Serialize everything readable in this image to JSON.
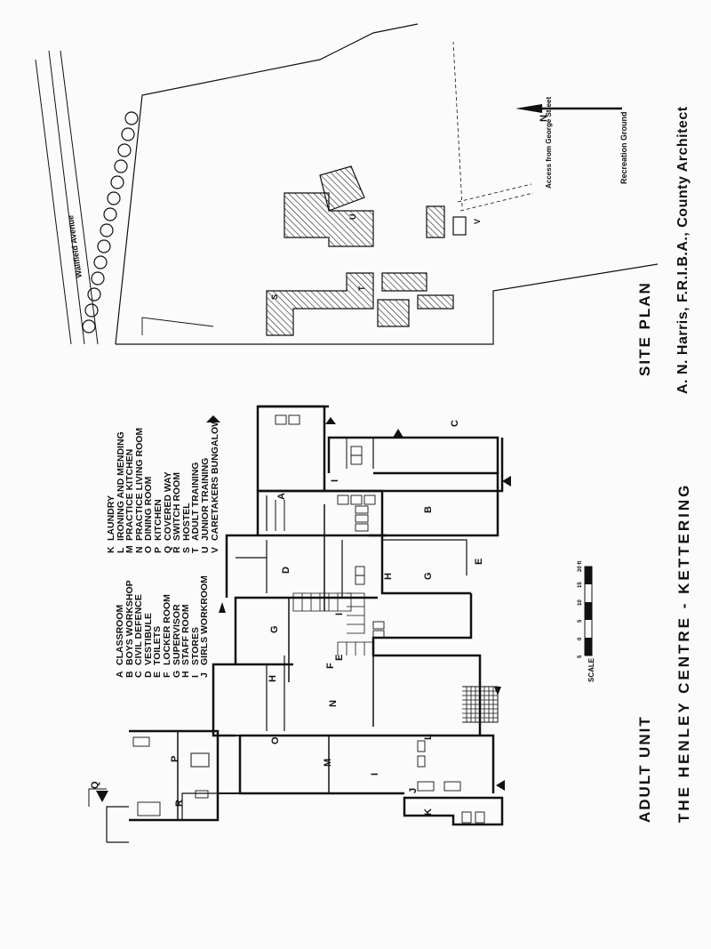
{
  "titles": {
    "main": "THE HENLEY CENTRE  -  KETTERING",
    "unit": "ADULT UNIT",
    "site_plan": "SITE PLAN",
    "architect": "A. N. Harris, F.R.I.B.A., County Architect"
  },
  "legend_left": [
    {
      "key": "A",
      "label": "CLASSROOM"
    },
    {
      "key": "B",
      "label": "BOYS WORKSHOP"
    },
    {
      "key": "C",
      "label": "CIVIL DEFENCE"
    },
    {
      "key": "D",
      "label": "VESTIBULE"
    },
    {
      "key": "E",
      "label": "TOILETS"
    },
    {
      "key": "F",
      "label": "LOCKER ROOM"
    },
    {
      "key": "G",
      "label": "SUPERVISOR"
    },
    {
      "key": "H",
      "label": "STAFF ROOM"
    },
    {
      "key": "I",
      "label": "STORES"
    },
    {
      "key": "J",
      "label": "GIRLS WORKROOM"
    }
  ],
  "legend_right": [
    {
      "key": "K",
      "label": "LAUNDRY"
    },
    {
      "key": "L",
      "label": "IRONING AND MENDING"
    },
    {
      "key": "M",
      "label": "PRACTICE KITCHEN"
    },
    {
      "key": "N",
      "label": "PRACTICE LIVING ROOM"
    },
    {
      "key": "O",
      "label": "DINING ROOM"
    },
    {
      "key": "P",
      "label": "KITCHEN"
    },
    {
      "key": "Q",
      "label": "COVERED WAY"
    },
    {
      "key": "R",
      "label": "SWITCH ROOM"
    },
    {
      "key": "S",
      "label": "HOSTEL"
    },
    {
      "key": "T",
      "label": "ADULT TRAINING"
    },
    {
      "key": "U",
      "label": "JUNIOR TRAINING"
    },
    {
      "key": "V",
      "label": "CARETAKERS BUNGALOW"
    }
  ],
  "scale": {
    "label": "SCALE",
    "ticks": [
      "5",
      "0",
      "5",
      "10",
      "15",
      "20 ft"
    ]
  },
  "site_labels": {
    "road": "Wallfield Avenue",
    "recreation": "Recreation Ground",
    "access": "Access from George Street",
    "north": "N"
  },
  "room_letters": {
    "A": "A",
    "B": "B",
    "C": "C",
    "D": "D",
    "E": "E",
    "F": "F",
    "G": "G",
    "H": "H",
    "I": "I",
    "J": "J",
    "K": "K",
    "L": "L",
    "M": "M",
    "N": "N",
    "O": "O",
    "P": "P",
    "Q": "Q",
    "R": "R",
    "S": "S",
    "T": "T",
    "U": "U",
    "V": "V"
  }
}
